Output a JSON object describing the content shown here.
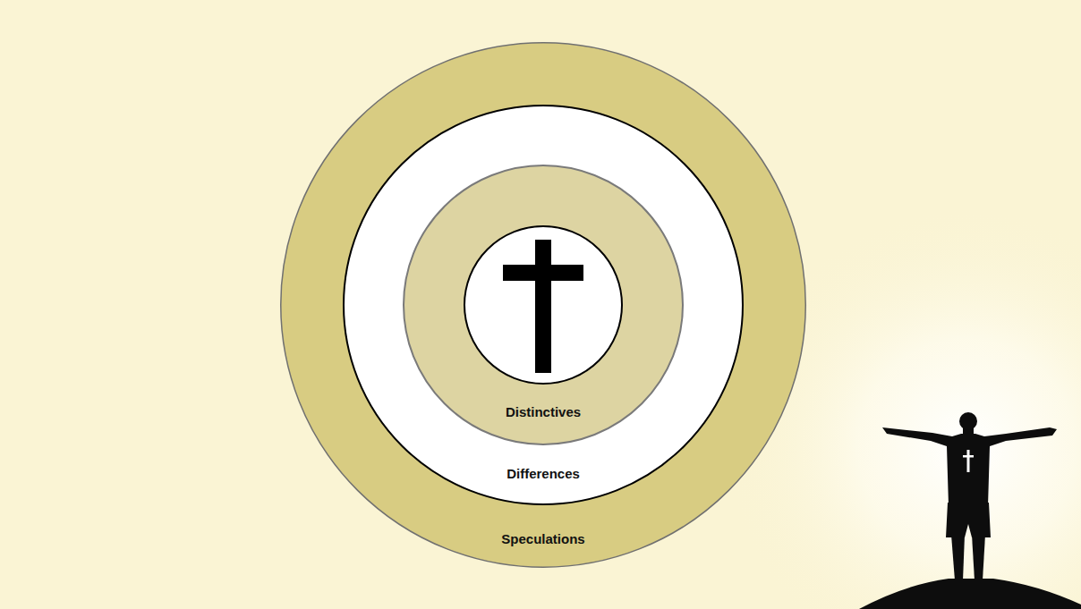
{
  "diagram": {
    "nodes": [
      {
        "text": [
          "Speculations"
        ]
      },
      {
        "text": [
          "Differences"
        ],
        "in": 0
      },
      {
        "text": [
          "Distinctives"
        ],
        "in": 1
      }
    ]
  }
}
